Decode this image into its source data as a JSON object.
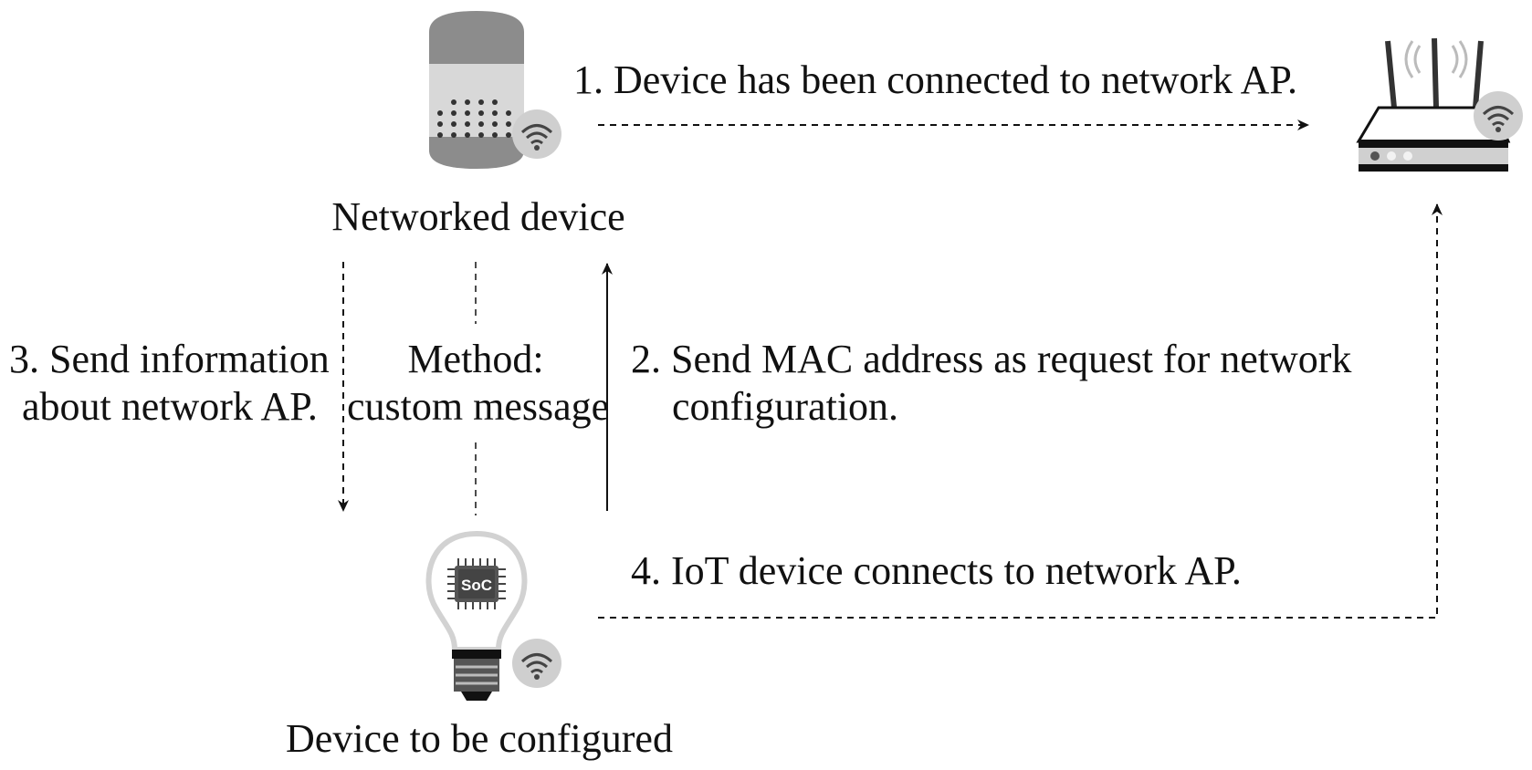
{
  "nodes": {
    "networked_device": {
      "label": "Networked device",
      "icon": "smart-speaker-icon"
    },
    "router": {
      "label": "",
      "icon": "router-icon"
    },
    "iot_device": {
      "label": "Device to be configured",
      "icon": "smart-bulb-icon",
      "chip_label": "SoC"
    }
  },
  "steps": {
    "step1": "1. Device has been connected to network AP.",
    "step2_line1": "2. Send MAC address as request for network",
    "step2_line2": "configuration.",
    "step3_line1": "3. Send information",
    "step3_line2": "about network AP.",
    "step4": "4. IoT device connects to network AP."
  },
  "method": {
    "line1": "Method:",
    "line2": "custom message"
  },
  "colors": {
    "ink": "#111111",
    "icon_dark": "#555555",
    "icon_mid": "#8c8c8c",
    "icon_light": "#d6d6d6",
    "wifi_badge": "#cfcfcf"
  }
}
